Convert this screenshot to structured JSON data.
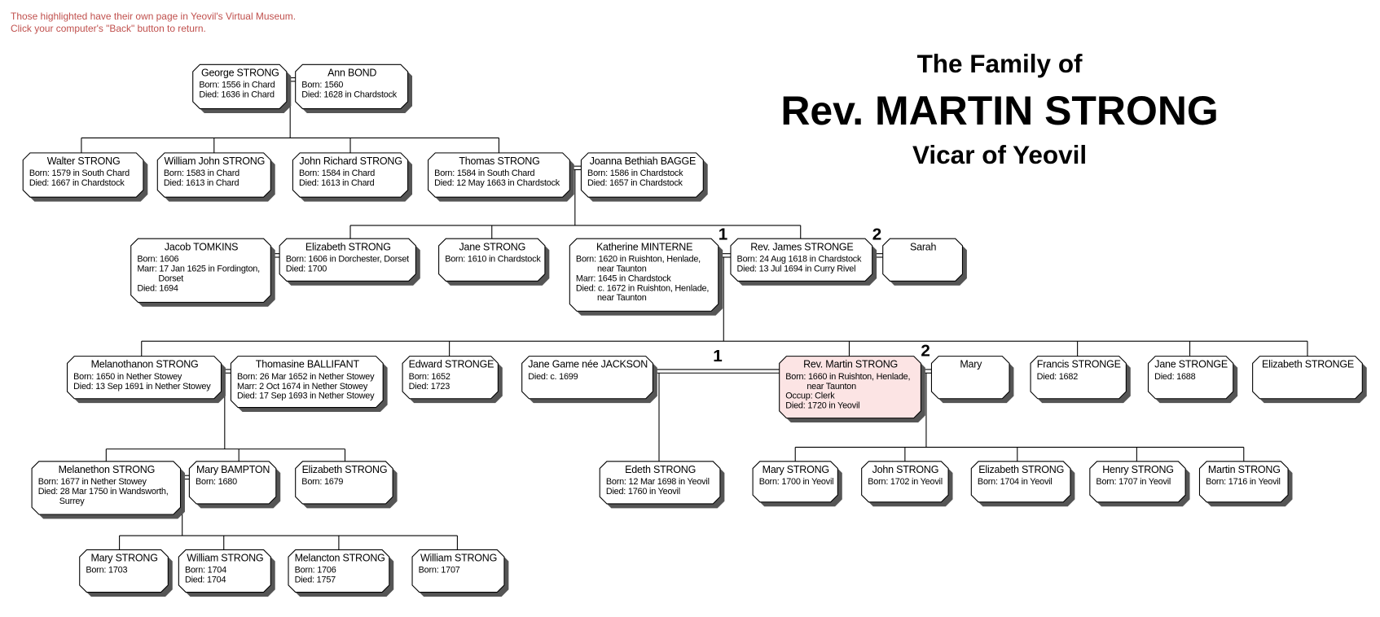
{
  "notice": {
    "line1": "Those highlighted have their own page in Yeovil's Virtual Museum.",
    "line2": "Click your computer's \"Back\" button to return."
  },
  "title": {
    "line1": "The Family of",
    "line2": "Rev. MARTIN STRONG",
    "line3": "Vicar of Yeovil"
  },
  "colors": {
    "highlight": "#fce4e4",
    "notice": "#c0504d",
    "shadow": "#555555"
  },
  "marriage_numbers": [
    "1",
    "2",
    "1",
    "2"
  ],
  "people": [
    {
      "name": "George STRONG",
      "lines": [
        {
          "t": "Born: 1556 in Chard"
        },
        {
          "t": "Died: 1636 in Chard"
        }
      ]
    },
    {
      "name": "Ann BOND",
      "lines": [
        {
          "t": "Born: 1560"
        },
        {
          "t": "Died: 1628 in Chardstock"
        }
      ]
    },
    {
      "name": "Walter STRONG",
      "lines": [
        {
          "t": "Born: 1579 in South Chard"
        },
        {
          "t": "Died: 1667 in Chardstock"
        }
      ]
    },
    {
      "name": "William John STRONG",
      "lines": [
        {
          "t": "Born: 1583 in Chard"
        },
        {
          "t": "Died: 1613 in Chard"
        }
      ]
    },
    {
      "name": "John Richard STRONG",
      "lines": [
        {
          "t": "Born: 1584 in Chard"
        },
        {
          "t": "Died: 1613 in Chard"
        }
      ]
    },
    {
      "name": "Thomas STRONG",
      "lines": [
        {
          "t": "Born: 1584 in South Chard"
        },
        {
          "t": "Died: 12 May 1663 in Chardstock"
        }
      ]
    },
    {
      "name": "Joanna Bethiah BAGGE",
      "lines": [
        {
          "t": "Born: 1586 in Chardstock"
        },
        {
          "t": "Died: 1657 in Chardstock"
        }
      ]
    },
    {
      "name": "Jacob  TOMKINS",
      "lines": [
        {
          "t": "Born: 1606"
        },
        {
          "t": "Marr: 17 Jan 1625 in Fordington,"
        },
        {
          "t": "Dorset",
          "i": true
        },
        {
          "t": "Died: 1694"
        }
      ]
    },
    {
      "name": "Elizabeth STRONG",
      "lines": [
        {
          "t": "Born: 1606 in Dorchester, Dorset"
        },
        {
          "t": "Died: 1700"
        }
      ]
    },
    {
      "name": "Jane STRONG",
      "lines": [
        {
          "t": "Born: 1610 in Chardstock"
        }
      ]
    },
    {
      "name": "Katherine MINTERNE",
      "lines": [
        {
          "t": "Born: 1620 in Ruishton, Henlade,"
        },
        {
          "t": "near Taunton",
          "i": true
        },
        {
          "t": "Marr: 1645 in Chardstock"
        },
        {
          "t": "Died: c. 1672 in Ruishton, Henlade,"
        },
        {
          "t": "near Taunton",
          "i": true
        }
      ]
    },
    {
      "name": "Rev. James STRONGE",
      "lines": [
        {
          "t": "Born: 24 Aug 1618 in Chardstock"
        },
        {
          "t": "Died: 13 Jul 1694 in Curry Rivel"
        }
      ]
    },
    {
      "name": "Sarah",
      "lines": []
    },
    {
      "name": "Melanothanon STRONG",
      "lines": [
        {
          "t": "Born: 1650 in Nether Stowey"
        },
        {
          "t": "Died: 13 Sep 1691 in Nether Stowey"
        }
      ]
    },
    {
      "name": "Thomasine BALLIFANT",
      "lines": [
        {
          "t": "Born: 26 Mar 1652 in Nether Stowey"
        },
        {
          "t": "Marr: 2 Oct 1674 in Nether Stowey"
        },
        {
          "t": "Died: 17 Sep 1693 in Nether Stowey"
        }
      ]
    },
    {
      "name": "Edward STRONGE",
      "lines": [
        {
          "t": "Born: 1652"
        },
        {
          "t": "Died: 1723"
        }
      ]
    },
    {
      "name": "Jane Game née JACKSON",
      "lines": [
        {
          "t": "Died: c. 1699"
        }
      ]
    },
    {
      "name": "Rev. Martin  STRONG",
      "highlight": true,
      "lines": [
        {
          "t": "Born: 1660 in Ruishton, Henlade,"
        },
        {
          "t": "near Taunton",
          "i": true
        },
        {
          "t": "Occup: Clerk"
        },
        {
          "t": "Died: 1720 in Yeovil"
        }
      ]
    },
    {
      "name": "Mary",
      "lines": []
    },
    {
      "name": "Francis STRONGE",
      "lines": [
        {
          "t": "Died: 1682"
        }
      ]
    },
    {
      "name": "Jane STRONGE",
      "lines": [
        {
          "t": "Died: 1688"
        }
      ]
    },
    {
      "name": "Elizabeth STRONGE",
      "lines": []
    },
    {
      "name": "Melanethon STRONG",
      "lines": [
        {
          "t": "Born: 1677 in Nether Stowey"
        },
        {
          "t": "Died: 28 Mar 1750 in Wandsworth,"
        },
        {
          "t": "Surrey",
          "i": true
        }
      ]
    },
    {
      "name": "Mary   BAMPTON",
      "lines": [
        {
          "t": "Born: 1680"
        }
      ]
    },
    {
      "name": "Elizabeth STRONG",
      "lines": [
        {
          "t": "Born: 1679"
        }
      ]
    },
    {
      "name": "Edeth STRONG",
      "lines": [
        {
          "t": "Born: 12 Mar 1698 in Yeovil"
        },
        {
          "t": "Died: 1760 in Yeovil"
        }
      ]
    },
    {
      "name": "Mary  STRONG",
      "lines": [
        {
          "t": "Born: 1700 in Yeovil"
        }
      ]
    },
    {
      "name": "John STRONG",
      "lines": [
        {
          "t": "Born: 1702 in Yeovil"
        }
      ]
    },
    {
      "name": "Elizabeth STRONG",
      "lines": [
        {
          "t": "Born: 1704 in Yeovil"
        }
      ]
    },
    {
      "name": "Henry STRONG",
      "lines": [
        {
          "t": "Born: 1707 in Yeovil"
        }
      ]
    },
    {
      "name": "Martin STRONG",
      "lines": [
        {
          "t": "Born: 1716 in Yeovil"
        }
      ]
    },
    {
      "name": "Mary  STRONG",
      "lines": [
        {
          "t": "Born: 1703"
        }
      ]
    },
    {
      "name": "William STRONG",
      "lines": [
        {
          "t": "Born: 1704"
        },
        {
          "t": "Died: 1704"
        }
      ]
    },
    {
      "name": "Melancton STRONG",
      "lines": [
        {
          "t": "Born: 1706"
        },
        {
          "t": "Died: 1757"
        }
      ]
    },
    {
      "name": "William STRONG",
      "lines": [
        {
          "t": "Born: 1707"
        }
      ]
    }
  ]
}
